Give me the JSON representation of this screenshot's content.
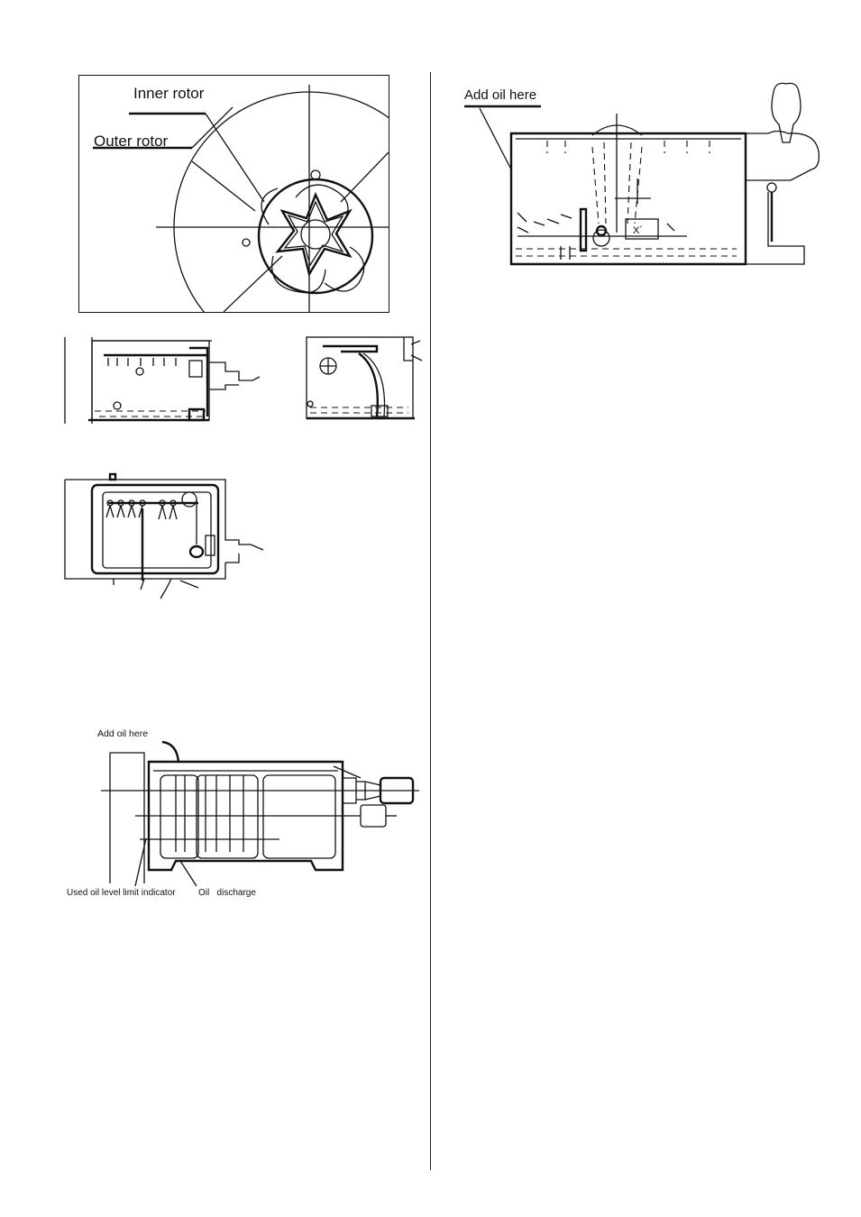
{
  "figures": {
    "rotor": {
      "inner_rotor_label": "Inner rotor",
      "outer_rotor_label": "Outer rotor"
    },
    "gearbox_top": {
      "add_oil_label": "Add oil here"
    },
    "spindle_box": {
      "add_oil_label": "Add oil here",
      "oil_level_label": "Used oil level limit indicator",
      "oil_discharge_label": "Oil   discharge"
    }
  }
}
